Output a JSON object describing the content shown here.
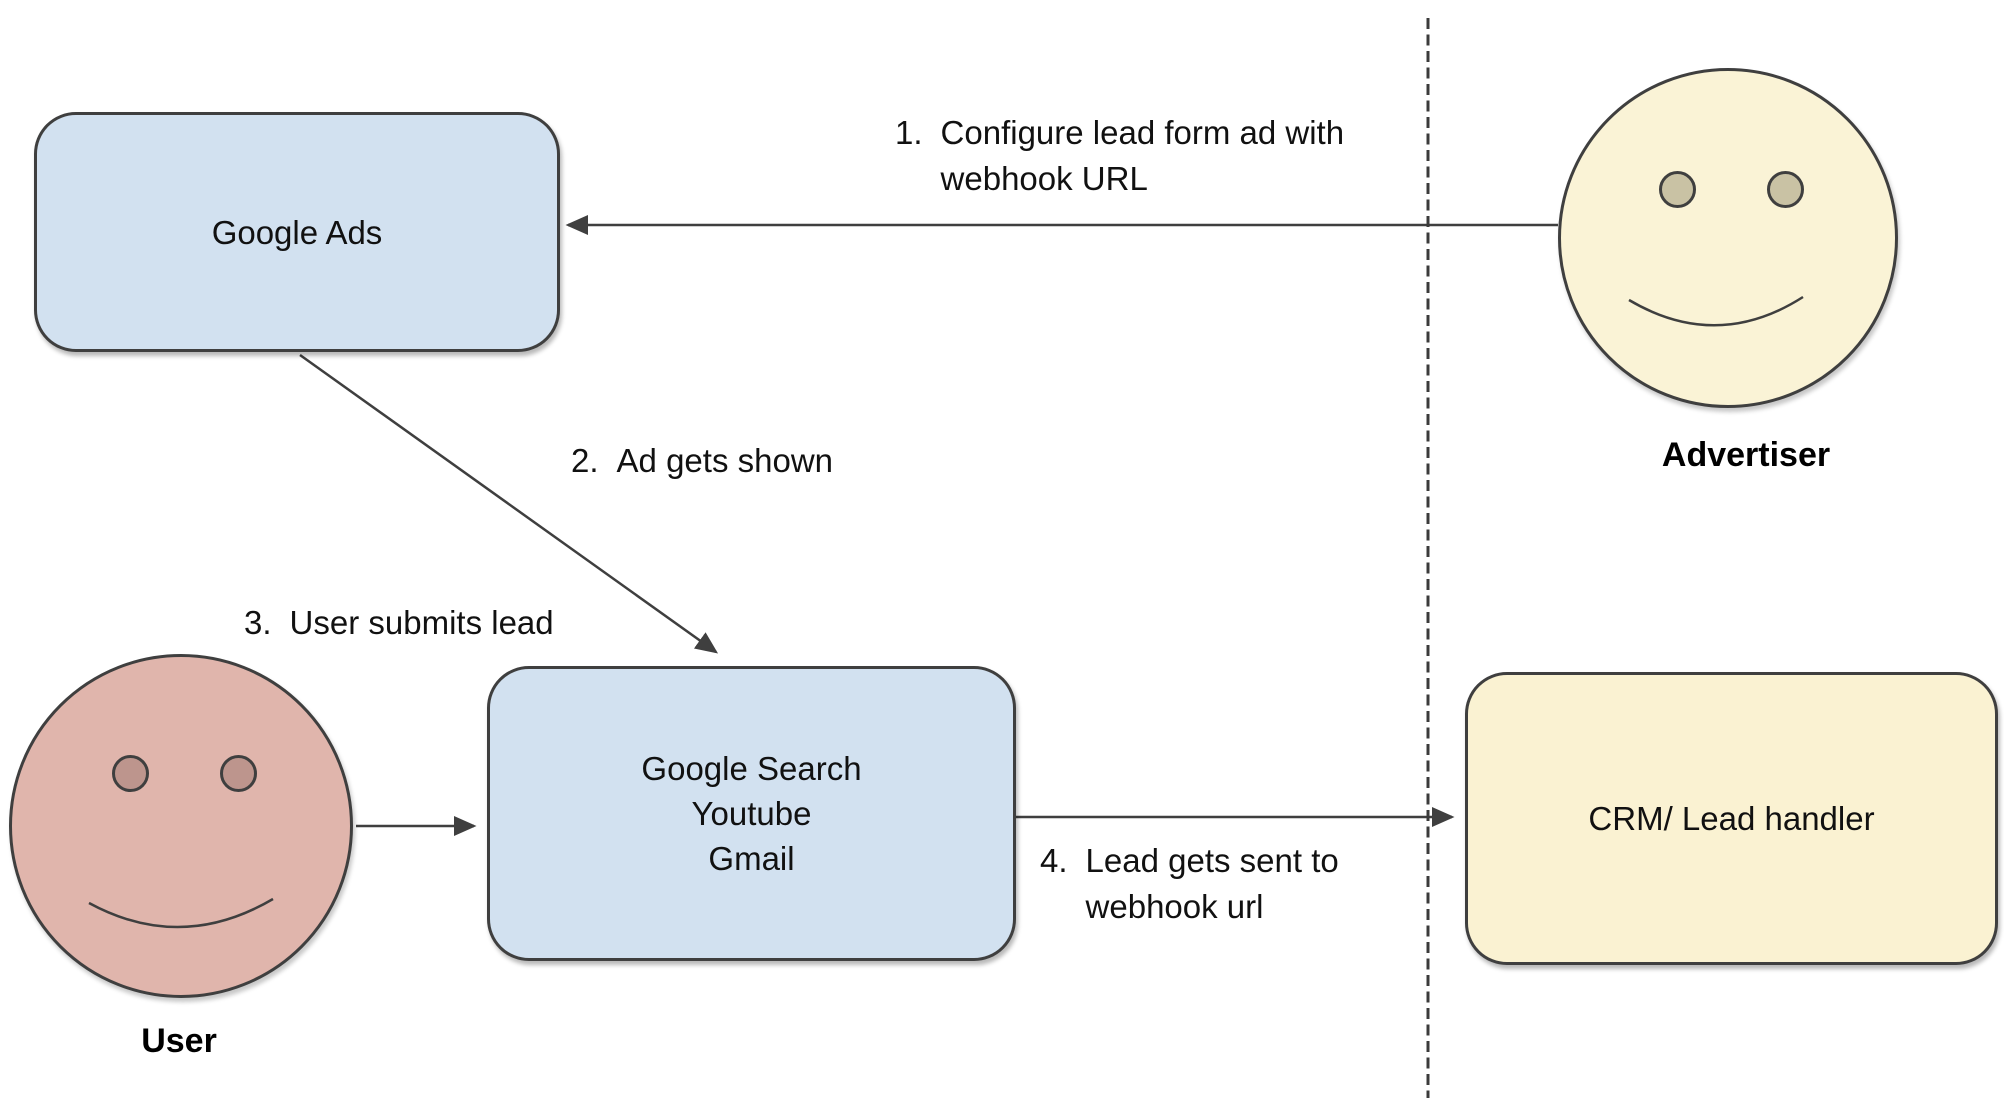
{
  "diagram": {
    "nodes": {
      "google_ads": {
        "label": "Google Ads"
      },
      "google_properties": {
        "line1": "Google Search",
        "line2": "Youtube",
        "line3": "Gmail"
      },
      "crm": {
        "label": "CRM/ Lead handler"
      }
    },
    "actors": {
      "advertiser": {
        "label": "Advertiser"
      },
      "user": {
        "label": "User"
      }
    },
    "steps": {
      "s1": {
        "number": "1.",
        "line1": "Configure lead form ad with",
        "line2": "webhook URL"
      },
      "s2": {
        "number": "2.",
        "line1": "Ad gets shown"
      },
      "s3": {
        "number": "3.",
        "line1": "User submits lead"
      },
      "s4": {
        "number": "4.",
        "line1": "Lead gets sent to",
        "line2": "webhook url"
      }
    },
    "colors": {
      "node_blue": "#d2e1f0",
      "node_yellow": "#faf2d2",
      "face_yellow": "#faf3d6",
      "face_pink": "#e0b5ac",
      "eye_khaki": "#c9c2a4",
      "eye_pink": "#bd958d",
      "stroke": "#3f3f3f",
      "text": "#111111"
    }
  }
}
